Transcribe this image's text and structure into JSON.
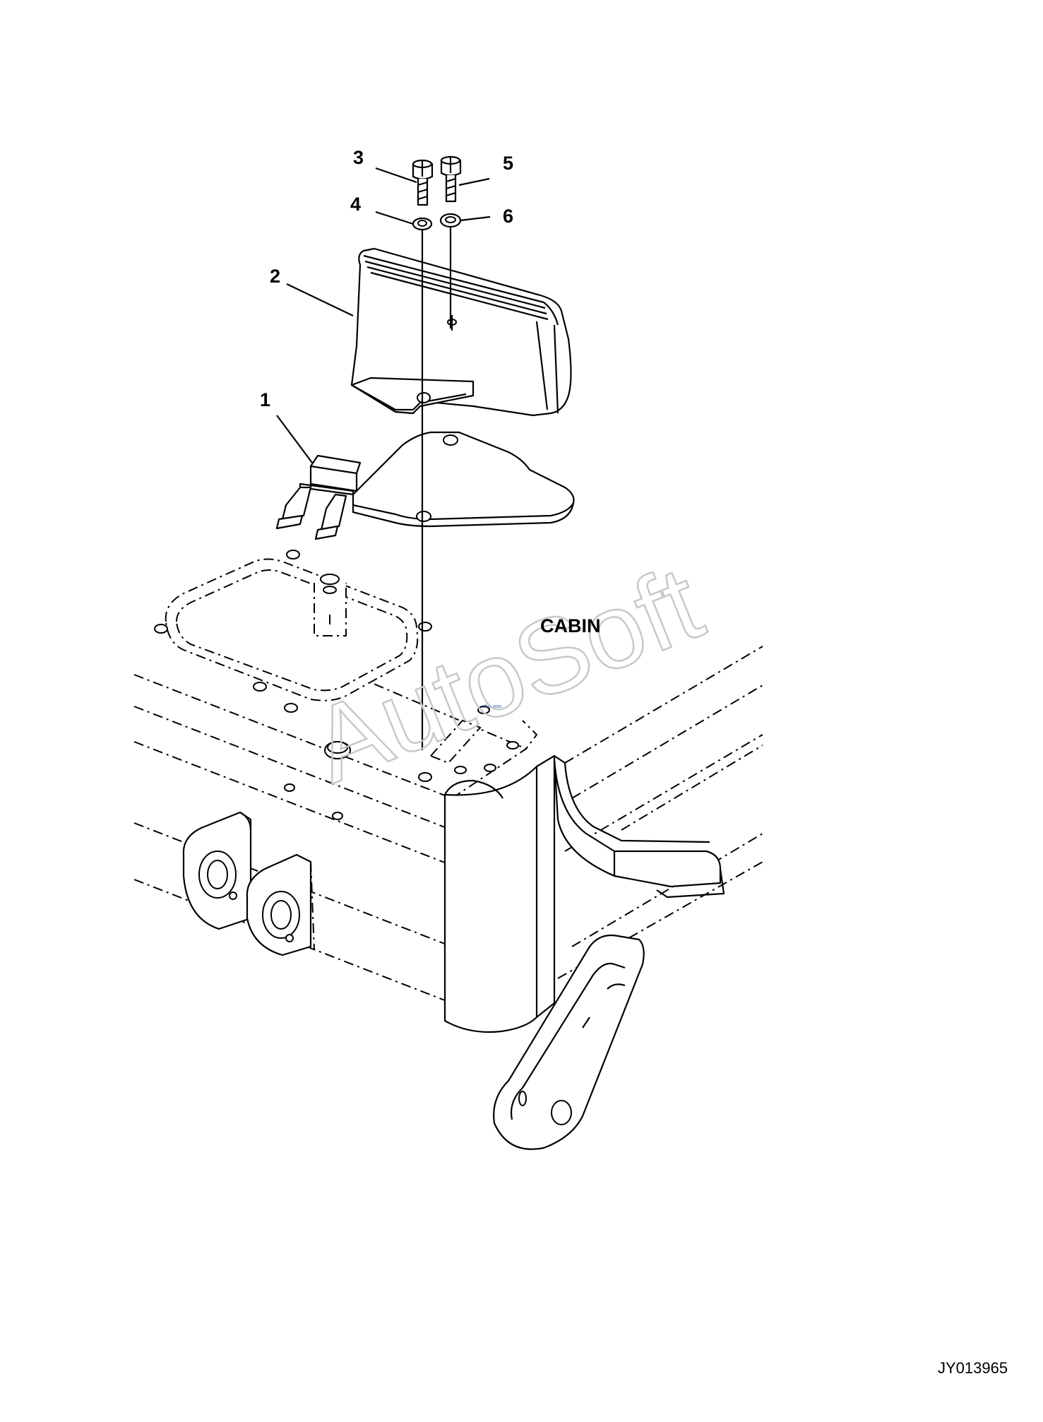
{
  "diagram": {
    "callouts": [
      "1",
      "2",
      "3",
      "4",
      "5",
      "6"
    ],
    "zone_label": "CABIN",
    "watermark": "AutoSoft",
    "drawing_code": "JY013965"
  }
}
